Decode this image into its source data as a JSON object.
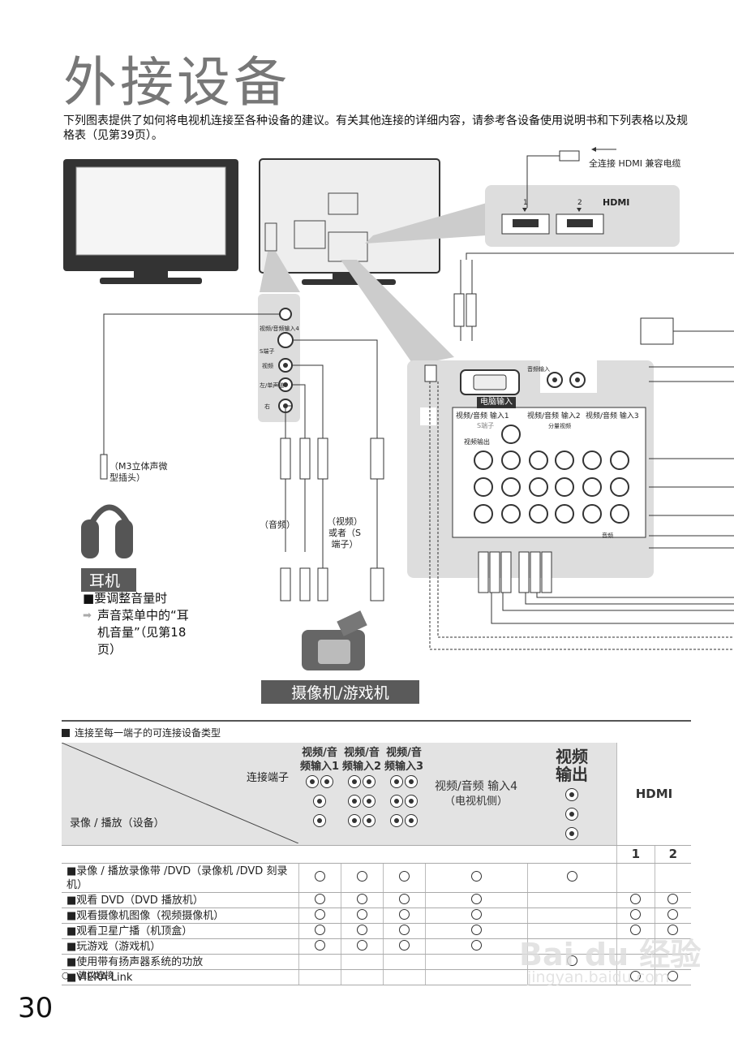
{
  "title": "外接设备",
  "intro": "下列图表提供了如何将电视机连接至各种设备的建议。有关其他连接的详细内容，请参考各设备使用说明书和下列表格以及规格表（见第39页）。",
  "diagram": {
    "hdmi_cable_label": "全连接 HDMI 兼容电缆",
    "hdmi_logo": "HDMI",
    "hdmi_port_1": "1",
    "hdmi_port_2": "2",
    "side_panel": {
      "av4": "视频/音频输入4",
      "s": "S端子",
      "video": "视频",
      "audio_l": "左/单声道",
      "audio_r": "右"
    },
    "plug_label": "（M3立体声微型插头）",
    "audio_label": "（音频）",
    "video_label": "（视频）或者（S端子）",
    "headphone_title": "耳机",
    "note_head": "■要调整音量时",
    "note_sub": "声音菜单中的“耳机音量”（见第18页）",
    "camera_title": "摄像机/游戏机",
    "pc_input": "电脑输入",
    "audio_input": "音频输入",
    "av_in1": "视频/音频 输入1",
    "av_in2": "视频/音频 输入2",
    "av_in3": "视频/音频 输入3",
    "s_terminal": "S端子",
    "component": "分量视频",
    "video_out": "视频输出",
    "audio": "音频"
  },
  "table": {
    "section_title": "连接至每一端子的可连接设备类型",
    "corner_terminal": "连接端子",
    "corner_device": "录像 / 播放（设备）",
    "col_av1": "视频/音频输入1",
    "col_av2": "视频/音频输入2",
    "col_av3": "视频/音频输入3",
    "col_av4": "视频/音频 输入4",
    "col_av4_sub": "（电视机侧）",
    "col_out": "视频输出",
    "col_hdmi": "HDMI",
    "hdmi_1": "1",
    "hdmi_2": "2",
    "rows": [
      {
        "name": "■录像 / 播放录像带 /DVD（录像机 /DVD 刻录机）",
        "marks": [
          true,
          true,
          true,
          true,
          true,
          false,
          false
        ]
      },
      {
        "name": "■观看 DVD（DVD 播放机）",
        "marks": [
          true,
          true,
          true,
          true,
          false,
          true,
          true
        ]
      },
      {
        "name": "■观看摄像机图像（视频摄像机）",
        "marks": [
          true,
          true,
          true,
          true,
          false,
          true,
          true
        ]
      },
      {
        "name": "■观看卫星广播（机顶盒）",
        "marks": [
          true,
          true,
          true,
          true,
          false,
          true,
          true
        ]
      },
      {
        "name": "■玩游戏（游戏机）",
        "marks": [
          true,
          true,
          true,
          true,
          false,
          false,
          false
        ]
      },
      {
        "name": "■使用带有扬声器系统的功放",
        "marks": [
          false,
          false,
          false,
          false,
          true,
          false,
          false
        ]
      },
      {
        "name": "■VIERA Link",
        "marks": [
          false,
          false,
          false,
          false,
          false,
          true,
          true
        ]
      }
    ]
  },
  "legend": "○ : 建议连接",
  "page_number": "30",
  "watermark": "Bai du 经验",
  "watermark_url": "jingyan.baidu.com"
}
